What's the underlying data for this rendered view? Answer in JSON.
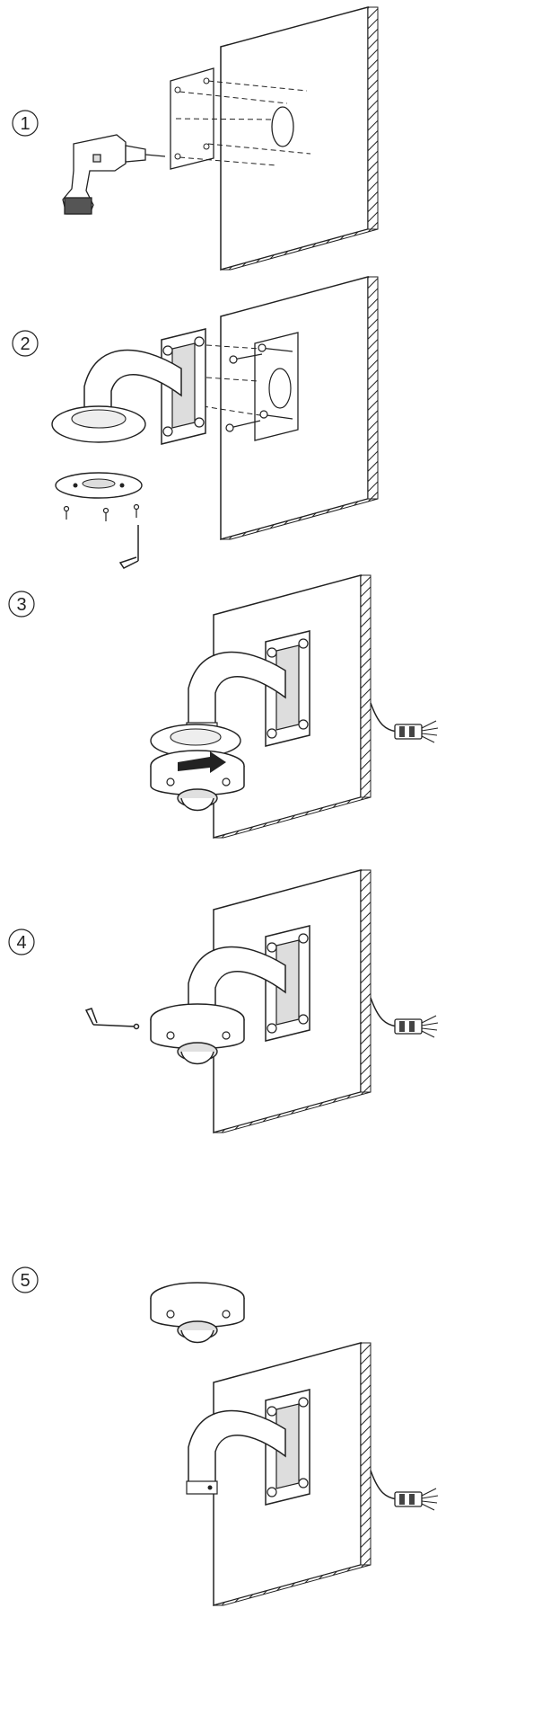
{
  "steps": [
    {
      "label": "1"
    },
    {
      "label": "2"
    },
    {
      "label": "3"
    },
    {
      "label": "4"
    },
    {
      "label": "5"
    }
  ],
  "colors": {
    "line": "#222222",
    "fill": "#ffffff",
    "shade": "#cfcfcf",
    "dark": "#333333"
  },
  "icons": [
    "power-drill-icon",
    "wall-plate-icon",
    "wall-bracket-icon",
    "mounting-screw-icon",
    "hex-wrench-icon",
    "dome-camera-icon",
    "cable-connector-icon",
    "rotate-arrow-icon"
  ]
}
